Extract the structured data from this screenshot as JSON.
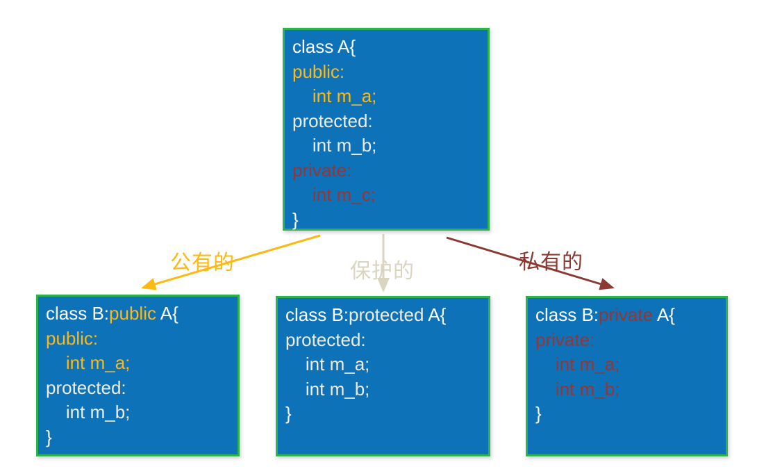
{
  "colors": {
    "box_bg": "#0e72b9",
    "box_border": "#2eb24c",
    "white": "#ffffff",
    "gold": "#fdb913",
    "cream": "#eeece1",
    "dark_red": "#943634",
    "arrow_gold": "#fdb913",
    "arrow_cream": "#d9d5c1",
    "arrow_red": "#8b3a33"
  },
  "boxes": {
    "class_a": {
      "lines": [
        [
          {
            "text": "class A{",
            "color": "white"
          }
        ],
        [
          {
            "text": "public:",
            "color": "gold"
          }
        ],
        [
          {
            "text": "    int m_a;",
            "color": "gold"
          }
        ],
        [
          {
            "text": "protected:",
            "color": "cream"
          }
        ],
        [
          {
            "text": "    int m_b;",
            "color": "cream"
          }
        ],
        [
          {
            "text": "private:",
            "color": "dark_red"
          }
        ],
        [
          {
            "text": "    int m_c;",
            "color": "dark_red"
          }
        ],
        [
          {
            "text": "}",
            "color": "white"
          }
        ]
      ]
    },
    "class_b_public": {
      "lines": [
        [
          {
            "text": "class B:",
            "color": "white"
          },
          {
            "text": "public",
            "color": "gold"
          },
          {
            "text": " A{",
            "color": "white"
          }
        ],
        [
          {
            "text": "public:",
            "color": "gold"
          }
        ],
        [
          {
            "text": "    int m_a;",
            "color": "gold"
          }
        ],
        [
          {
            "text": "protected:",
            "color": "cream"
          }
        ],
        [
          {
            "text": "    int m_b;",
            "color": "cream"
          }
        ],
        [
          {
            "text": "}",
            "color": "white"
          }
        ]
      ]
    },
    "class_b_protected": {
      "lines": [
        [
          {
            "text": "class B:",
            "color": "white"
          },
          {
            "text": "protected",
            "color": "cream"
          },
          {
            "text": " A{",
            "color": "white"
          }
        ],
        [
          {
            "text": "protected:",
            "color": "cream"
          }
        ],
        [
          {
            "text": "    int m_a;",
            "color": "cream"
          }
        ],
        [
          {
            "text": "    int m_b;",
            "color": "cream"
          }
        ],
        [
          {
            "text": "}",
            "color": "white"
          }
        ]
      ]
    },
    "class_b_private": {
      "lines": [
        [
          {
            "text": "class B:",
            "color": "white"
          },
          {
            "text": "private",
            "color": "dark_red"
          },
          {
            "text": " A{",
            "color": "white"
          }
        ],
        [
          {
            "text": "private:",
            "color": "dark_red"
          }
        ],
        [
          {
            "text": "    int m_a;",
            "color": "dark_red"
          }
        ],
        [
          {
            "text": "    int m_b;",
            "color": "dark_red"
          }
        ],
        [
          {
            "text": "}",
            "color": "white"
          }
        ]
      ]
    }
  },
  "arrows": {
    "public": {
      "label": "公有的"
    },
    "protected": {
      "label": "保护的"
    },
    "private": {
      "label": "私有的"
    }
  }
}
